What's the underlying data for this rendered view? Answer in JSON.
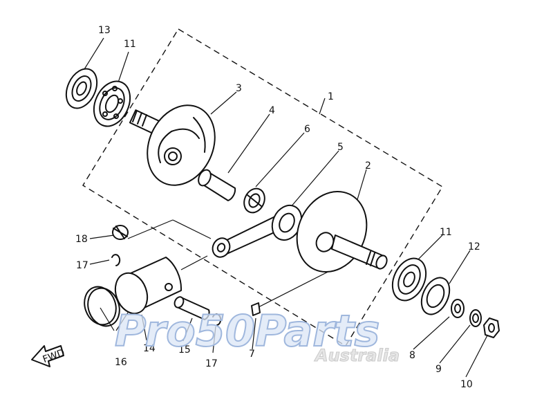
{
  "part_labels": {
    "p1": "1",
    "p2": "2",
    "p3": "3",
    "p4": "4",
    "p5": "5",
    "p6": "6",
    "p7": "7",
    "p8": "8",
    "p9": "9",
    "p10": "10",
    "p11a": "11",
    "p11b": "11",
    "p12": "12",
    "p13": "13",
    "p14": "14",
    "p15": "15",
    "p16": "16",
    "p17a": "17",
    "p17b": "17",
    "p18": "18"
  },
  "direction_arrow": "FWD",
  "watermark": {
    "brand": "Pro50Parts",
    "region": "Australia"
  },
  "colors": {
    "ink": "#111111",
    "watermark_fill": "#dbe6f6",
    "watermark_stroke": "#9fb7dd"
  }
}
